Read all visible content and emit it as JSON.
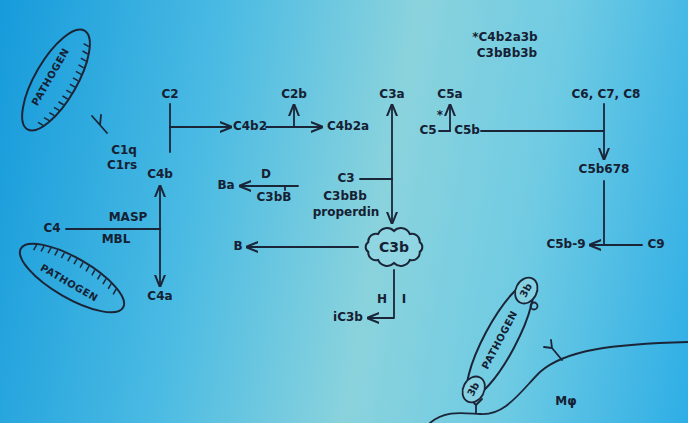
{
  "diagram": {
    "nodes": [
      {
        "text": [
          "PATHOGEN"
        ]
      },
      {
        "text": [
          "PATHOGEN"
        ]
      },
      {
        "text": [
          "C3b"
        ]
      },
      {
        "text": [
          "PATHOGEN"
        ]
      },
      {
        "text": [
          "3b"
        ],
        "in": 3
      },
      {
        "text": [
          "3b"
        ],
        "in": 3
      }
    ],
    "labels": [
      "*C4b2a3b",
      "C3bBb3b",
      "C2",
      "C2b",
      "C3a",
      "C5a",
      "C6, C7, C8",
      "C4b2",
      "C4b2a",
      "*",
      "C5",
      "C5b",
      "C1q",
      "C1rs",
      "C4b",
      "C5b678",
      "D",
      "Ba",
      "C3",
      "C3bB",
      "C3bBb",
      "properdin",
      "MASP",
      "C4",
      "MBL",
      "C5b-9",
      "C9",
      "B",
      "C4a",
      "H",
      "I",
      "iC3b",
      "Mφ"
    ]
  }
}
